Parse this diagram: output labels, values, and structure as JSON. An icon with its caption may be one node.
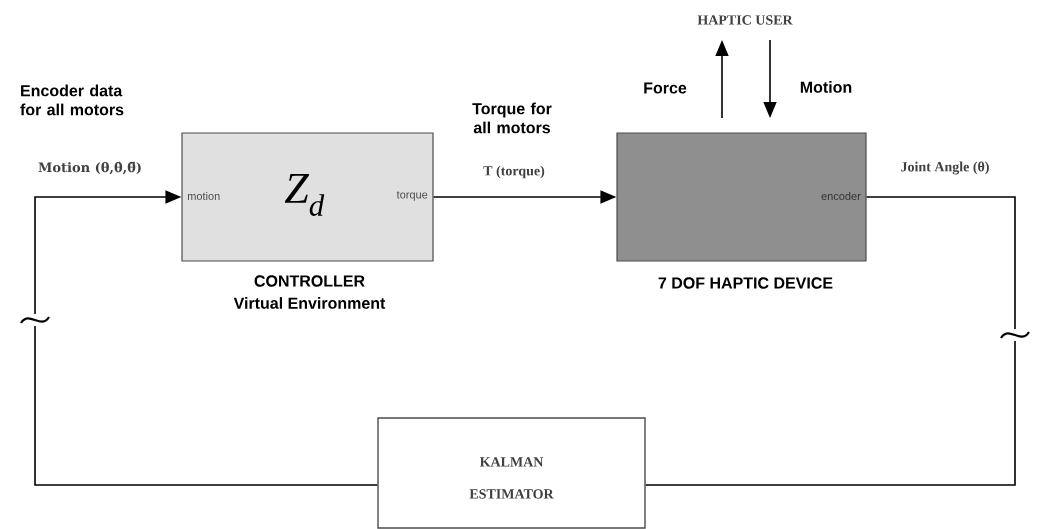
{
  "diagram": {
    "nodes": [
      {
        "text": [
          "motion",
          "Z$_{d}$",
          "torque"
        ],
        "beside": [
          "CONTROLLER",
          "Virtual Environment"
        ]
      },
      {
        "text": [
          "encoder"
        ],
        "beside": [
          "7 DOF HAPTIC DEVICE"
        ]
      },
      {
        "text": [
          "KALMAN ESTIMATOR"
        ]
      },
      {
        "text": [
          "HAPTIC USER"
        ]
      }
    ],
    "edges": [
      {
        "from": 0,
        "to": 1,
        "arrow": "to",
        "label": "Torque for all motors"
      },
      {
        "from": 2,
        "to": 0,
        "arrow": "to",
        "label": "Motion (θ,θ̇,θ̈)"
      },
      {
        "from": 1,
        "to": 2,
        "arrow": "none",
        "label": "Joint Angle (θ)"
      },
      {
        "from": 1,
        "to": 3,
        "arrow": "to",
        "label": "Force"
      },
      {
        "from": 3,
        "to": 1,
        "arrow": "to",
        "label": "Motion"
      }
    ],
    "labels": [
      "Encoder data for all motors",
      "T (torque)"
    ]
  }
}
